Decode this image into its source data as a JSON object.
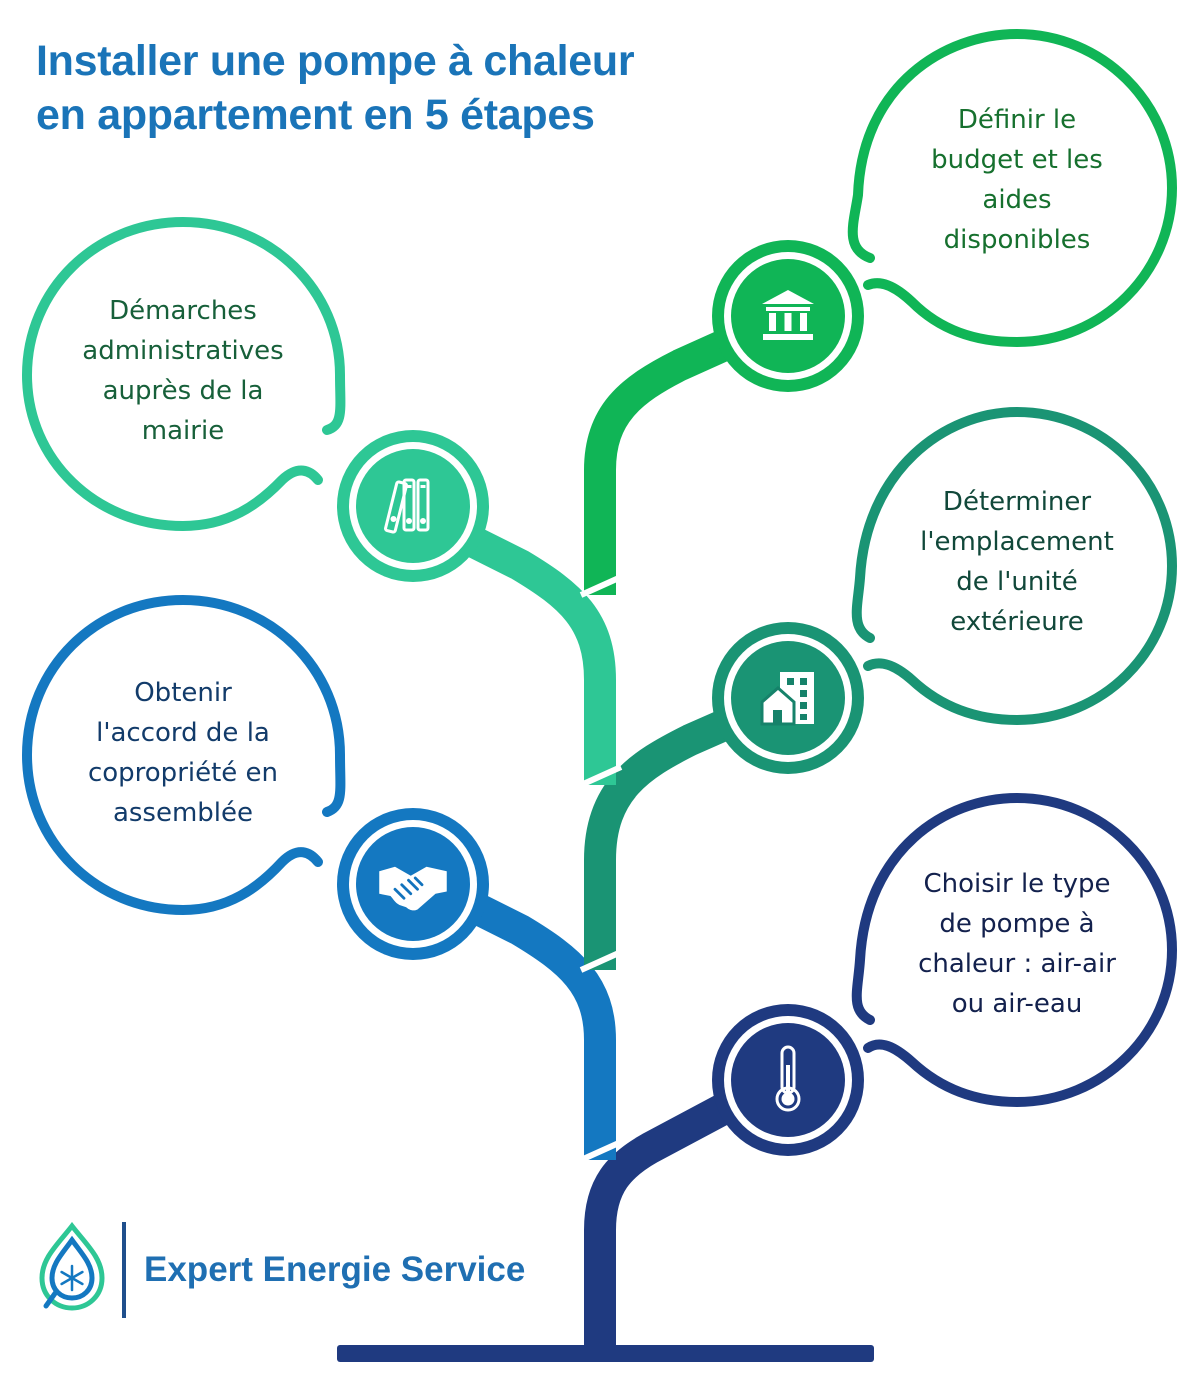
{
  "title": {
    "line1": "Installer une pompe à chaleur",
    "line2": "en appartement en 5 étapes"
  },
  "steps": [
    {
      "id": "budget",
      "lines": [
        "Définir le",
        "budget et les",
        "aides",
        "disponibles"
      ],
      "icon": "bank-icon",
      "color": "#10b556",
      "text_color": "#16702e"
    },
    {
      "id": "admin",
      "lines": [
        "Démarches",
        "administratives",
        "auprès de la",
        "mairie"
      ],
      "icon": "binders-icon",
      "color": "#2ec795",
      "text_color": "#17603a"
    },
    {
      "id": "location",
      "lines": [
        "Déterminer",
        "l'emplacement",
        "de l'unité",
        "extérieure"
      ],
      "icon": "building-icon",
      "color": "#1a9474",
      "text_color": "#11483a"
    },
    {
      "id": "copro",
      "lines": [
        "Obtenir",
        "l'accord de la",
        "copropriété en",
        "assemblée"
      ],
      "icon": "handshake-icon",
      "color": "#1478c1",
      "text_color": "#123b6a"
    },
    {
      "id": "type",
      "lines": [
        "Choisir le type",
        "de pompe à",
        "chaleur : air-air",
        "ou air-eau"
      ],
      "icon": "thermometer-icon",
      "color": "#1f3a80",
      "text_color": "#13214d"
    }
  ],
  "trunk_color": "#1f3a80",
  "brand": {
    "name": "Expert Energie Service",
    "logo_icon": "drop-snowflake-logo",
    "colors": [
      "#2ec795",
      "#1478c1"
    ]
  }
}
